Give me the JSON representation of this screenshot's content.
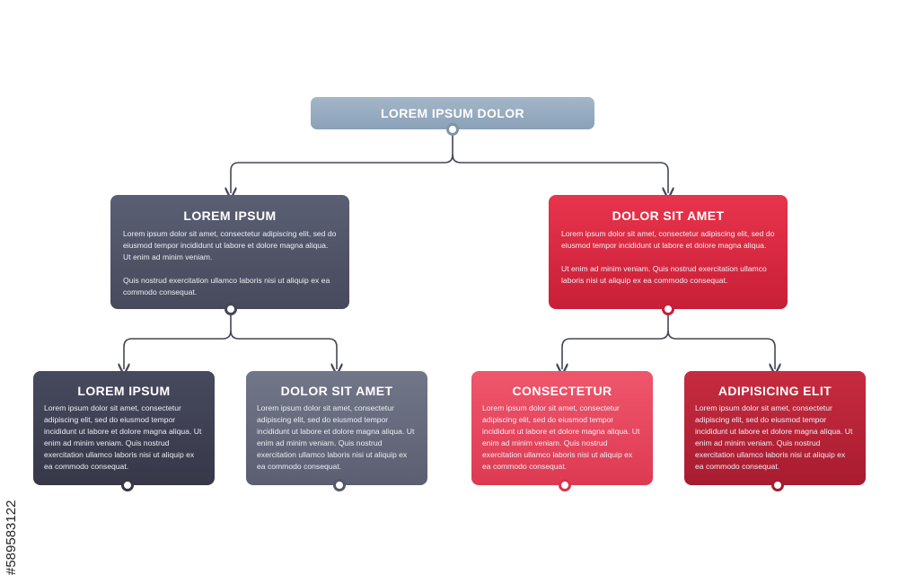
{
  "root": {
    "title": "LOREM IPSUM DOLOR",
    "color": "#95a9bf"
  },
  "level1": [
    {
      "title": "LOREM IPSUM",
      "paragraphs": [
        "Lorem ipsum dolor sit amet, consectetur adipiscing elit, sed do eiusmod tempor incididunt ut labore et dolore magna aliqua. Ut enim ad minim veniam.",
        "Quis nostrud exercitation ullamco laboris nisi ut aliquip ex ea commodo consequat."
      ],
      "color": "#505467"
    },
    {
      "title": "DOLOR SIT AMET",
      "paragraphs": [
        "Lorem ipsum dolor sit amet, consectetur adipiscing elit, sed do eiusmod tempor incididunt ut labore et dolore magna aliqua.",
        "Ut enim ad minim veniam. Quis nostrud exercitation ullamco laboris nisi ut aliquip ex ea commodo consequat."
      ],
      "color": "#d92a42"
    }
  ],
  "level2": [
    {
      "title": "LOREM IPSUM",
      "text": "Lorem ipsum dolor sit amet, consectetur adipiscing elit, sed do eiusmod tempor incididunt ut labore et dolore magna aliqua. Ut enim ad minim veniam. Quis nostrud exercitation ullamco laboris nisi ut aliquip ex ea commodo consequat.",
      "color": "#3f4254"
    },
    {
      "title": "DOLOR SIT AMET",
      "text": "Lorem ipsum dolor sit amet, consectetur adipiscing elit, sed do eiusmod tempor incididunt ut labore et dolore magna aliqua. Ut enim ad minim veniam. Quis nostrud exercitation ullamco laboris nisi ut aliquip ex ea commodo consequat.",
      "color": "#666a7d"
    },
    {
      "title": "CONSECTETUR",
      "text": "Lorem ipsum dolor sit amet, consectetur adipiscing elit, sed do eiusmod tempor incididunt ut labore et dolore magna aliqua. Ut enim ad minim veniam. Quis nostrud exercitation ullamco laboris nisi ut aliquip ex ea commodo consequat.",
      "color": "#e64a60"
    },
    {
      "title": "ADIPISICING ELIT",
      "text": "Lorem ipsum dolor sit amet, consectetur adipiscing elit, sed do eiusmod tempor incididunt ut labore et dolore magna aliqua. Ut enim ad minim veniam. Quis nostrud exercitation ullamco laboris nisi ut aliquip ex ea commodo consequat.",
      "color": "#b82337"
    }
  ],
  "connector_color": "#444755",
  "watermark": "#589583122"
}
